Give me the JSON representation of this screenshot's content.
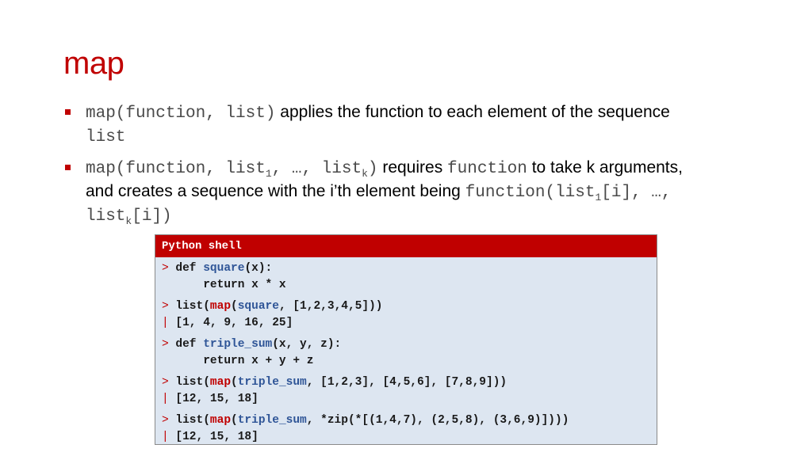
{
  "slide": {
    "title": "map"
  },
  "bullets": [
    {
      "code": "map(function, list)",
      "text1": " applies the function to each element of the sequence ",
      "code_tail": "list"
    },
    {
      "code_prefix": "map(function, list",
      "sub1": "1",
      "code_mid": ", …, list",
      "subk": "k",
      "code_end": ")",
      "text1": " requires ",
      "code_function": "function",
      "text2": " to take k arguments, and creates a sequence with the i’th element being ",
      "call_prefix": "function(list",
      "call_sub1": "1",
      "call_mid": "[i], …, list",
      "call_subk": "k",
      "call_end": "[i])"
    }
  ],
  "shell": {
    "header": "Python shell",
    "prompt_symbol": ">",
    "output_symbol": "|",
    "lines": {
      "l1_def": "def ",
      "l1_fn": "square",
      "l1_rest": "(x):",
      "l2": "    return x * x",
      "l3_pre": "list(",
      "l3_map": "map",
      "l3_open": "(",
      "l3_fn": "square",
      "l3_rest": ", [1,2,3,4,5]))",
      "l4": "[1, 4, 9, 16, 25]",
      "l5_def": "def ",
      "l5_fn": "triple_sum",
      "l5_rest": "(x, y, z):",
      "l6": "    return x + y + z",
      "l7_pre": "list(",
      "l7_map": "map",
      "l7_open": "(",
      "l7_fn": "triple_sum",
      "l7_rest": ", [1,2,3], [4,5,6], [7,8,9]))",
      "l8": "[12, 15, 18]",
      "l9_pre": "list(",
      "l9_map": "map",
      "l9_open": "(",
      "l9_fn": "triple_sum",
      "l9_rest": ", *zip(*[(1,4,7), (2,5,8), (3,6,9)])))",
      "l10": "[12, 15, 18]"
    }
  },
  "colors": {
    "accent": "#c00000",
    "shell_bg": "#dde6f1",
    "function_name": "#2f5597"
  }
}
